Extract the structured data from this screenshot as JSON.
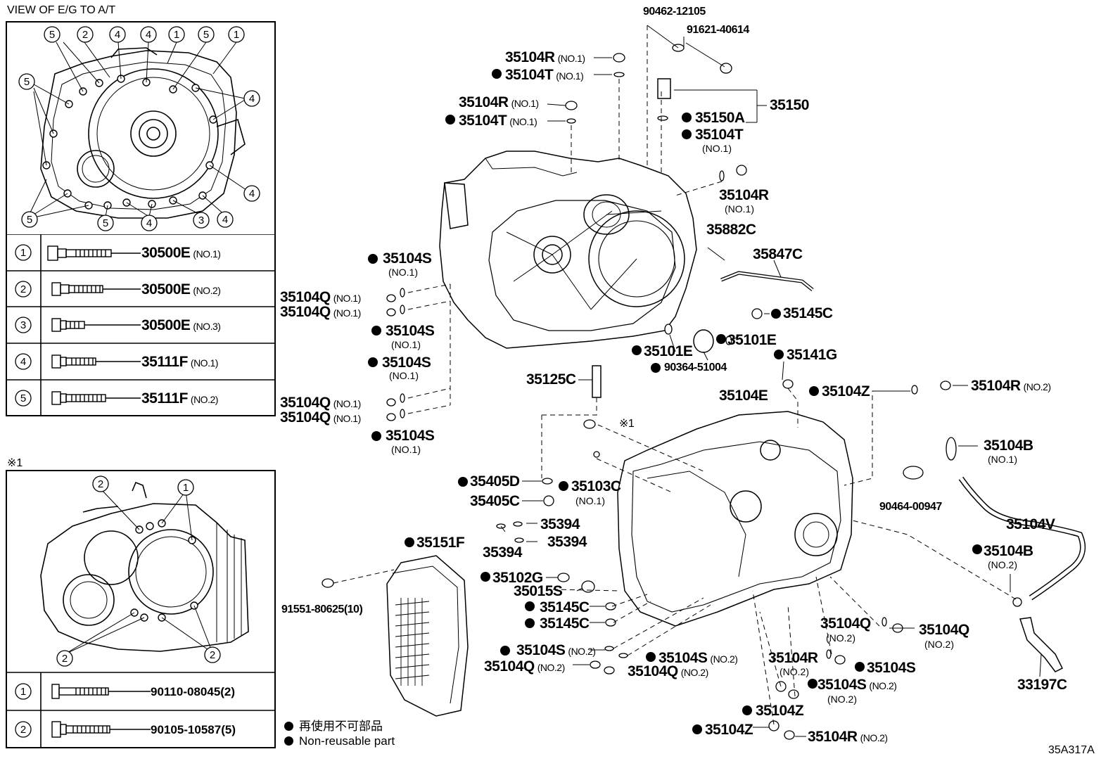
{
  "header": {
    "view_title": "VIEW OF E/G TO A/T",
    "footnote_mark": "※1",
    "diagram_id": "35A317A"
  },
  "table_top": {
    "rows": [
      {
        "num": "1",
        "part": "30500E",
        "note": "(NO.1)"
      },
      {
        "num": "2",
        "part": "30500E",
        "note": "(NO.2)"
      },
      {
        "num": "3",
        "part": "30500E",
        "note": "(NO.3)"
      },
      {
        "num": "4",
        "part": "35111F",
        "note": "(NO.1)"
      },
      {
        "num": "5",
        "part": "35111F",
        "note": "(NO.2)"
      }
    ]
  },
  "table_bottom": {
    "rows": [
      {
        "num": "1",
        "part": "90110-08045(2)"
      },
      {
        "num": "2",
        "part": "90105-10587(5)"
      }
    ]
  },
  "legend": {
    "jp": "再使用不可部品",
    "en": "Non-reusable part"
  },
  "callouts": {
    "c1": {
      "part": "90462-12105",
      "note": ""
    },
    "c2": {
      "part": "91621-40614",
      "note": ""
    },
    "c3": {
      "part": "35104R",
      "note": "(NO.1)"
    },
    "c4": {
      "part": "35104T",
      "note": "(NO.1)"
    },
    "c5": {
      "part": "35104R",
      "note": "(NO.1)"
    },
    "c6": {
      "part": "35104T",
      "note": "(NO.1)"
    },
    "c7": {
      "part": "35150",
      "note": ""
    },
    "c8": {
      "part": "35150A",
      "note": ""
    },
    "c9": {
      "part": "35104T",
      "note": "(NO.1)"
    },
    "c10": {
      "part": "35104R",
      "note": "(NO.1)"
    },
    "c11": {
      "part": "35882C",
      "note": ""
    },
    "c12": {
      "part": "35847C",
      "note": ""
    },
    "c13": {
      "part": "35104S",
      "note": "(NO.1)"
    },
    "c14": {
      "part": "35104Q",
      "note": "(NO.1)"
    },
    "c15": {
      "part": "35104Q",
      "note": "(NO.1)"
    },
    "c16": {
      "part": "35104S",
      "note": "(NO.1)"
    },
    "c17": {
      "part": "35104S",
      "note": "(NO.1)"
    },
    "c18": {
      "part": "35104Q",
      "note": "(NO.1)"
    },
    "c19": {
      "part": "35104Q",
      "note": "(NO.1)"
    },
    "c20": {
      "part": "35104S",
      "note": "(NO.1)"
    },
    "c21": {
      "part": "35145C",
      "note": ""
    },
    "c22": {
      "part": "35101E",
      "note": ""
    },
    "c23": {
      "part": "35101E",
      "note": ""
    },
    "c24": {
      "part": "90364-51004",
      "note": ""
    },
    "c25": {
      "part": "35141G",
      "note": ""
    },
    "c26": {
      "part": "35125C",
      "note": ""
    },
    "c27": {
      "part": "35104E",
      "note": ""
    },
    "c28": {
      "part": "35104Z",
      "note": ""
    },
    "c29": {
      "part": "35104R",
      "note": "(NO.2)"
    },
    "c30": {
      "part": "35104B",
      "note": "(NO.1)"
    },
    "c31": {
      "part": "90464-00947",
      "note": ""
    },
    "c32": {
      "part": "35405D",
      "note": ""
    },
    "c33": {
      "part": "35405C",
      "note": ""
    },
    "c34": {
      "part": "35103C",
      "note": "(NO.1)"
    },
    "c35": {
      "part": "35394",
      "note": ""
    },
    "c36": {
      "part": "35394",
      "note": ""
    },
    "c37": {
      "part": "35394",
      "note": ""
    },
    "c38": {
      "part": "35104V",
      "note": ""
    },
    "c39": {
      "part": "35151F",
      "note": ""
    },
    "c40": {
      "part": "35104B",
      "note": "(NO.2)"
    },
    "c41": {
      "part": "35102G",
      "note": ""
    },
    "c42": {
      "part": "35015S",
      "note": ""
    },
    "c43": {
      "part": "35145C",
      "note": ""
    },
    "c44": {
      "part": "35145C",
      "note": ""
    },
    "c45": {
      "part": "91551-80625(10)",
      "note": ""
    },
    "c46": {
      "part": "35104Q",
      "note": "(NO.2)"
    },
    "c47": {
      "part": "35104Q",
      "note": "(NO.2)"
    },
    "c48": {
      "part": "35104S",
      "note": "(NO.2)"
    },
    "c49": {
      "part": "35104S",
      "note": "(NO.2)"
    },
    "c50": {
      "part": "35104Q",
      "note": "(NO.2)"
    },
    "c51": {
      "part": "35104Q",
      "note": "(NO.2)"
    },
    "c52": {
      "part": "35104R",
      "note": "(NO.2)"
    },
    "c53": {
      "part": "35104S",
      "note": ""
    },
    "c54": {
      "part": "35104S",
      "note": "(NO.2)"
    },
    "c55": {
      "part": "33197C",
      "note": ""
    },
    "c56": {
      "part": "35104Z",
      "note": ""
    },
    "c57": {
      "part": "35104Z",
      "note": ""
    },
    "c58": {
      "part": "35104R",
      "note": "(NO.2)"
    },
    "c59": {
      "part": "※1",
      "note": ""
    }
  },
  "circled_numbers": {
    "one": "1",
    "two": "2",
    "three": "3",
    "four": "4",
    "five": "5"
  }
}
